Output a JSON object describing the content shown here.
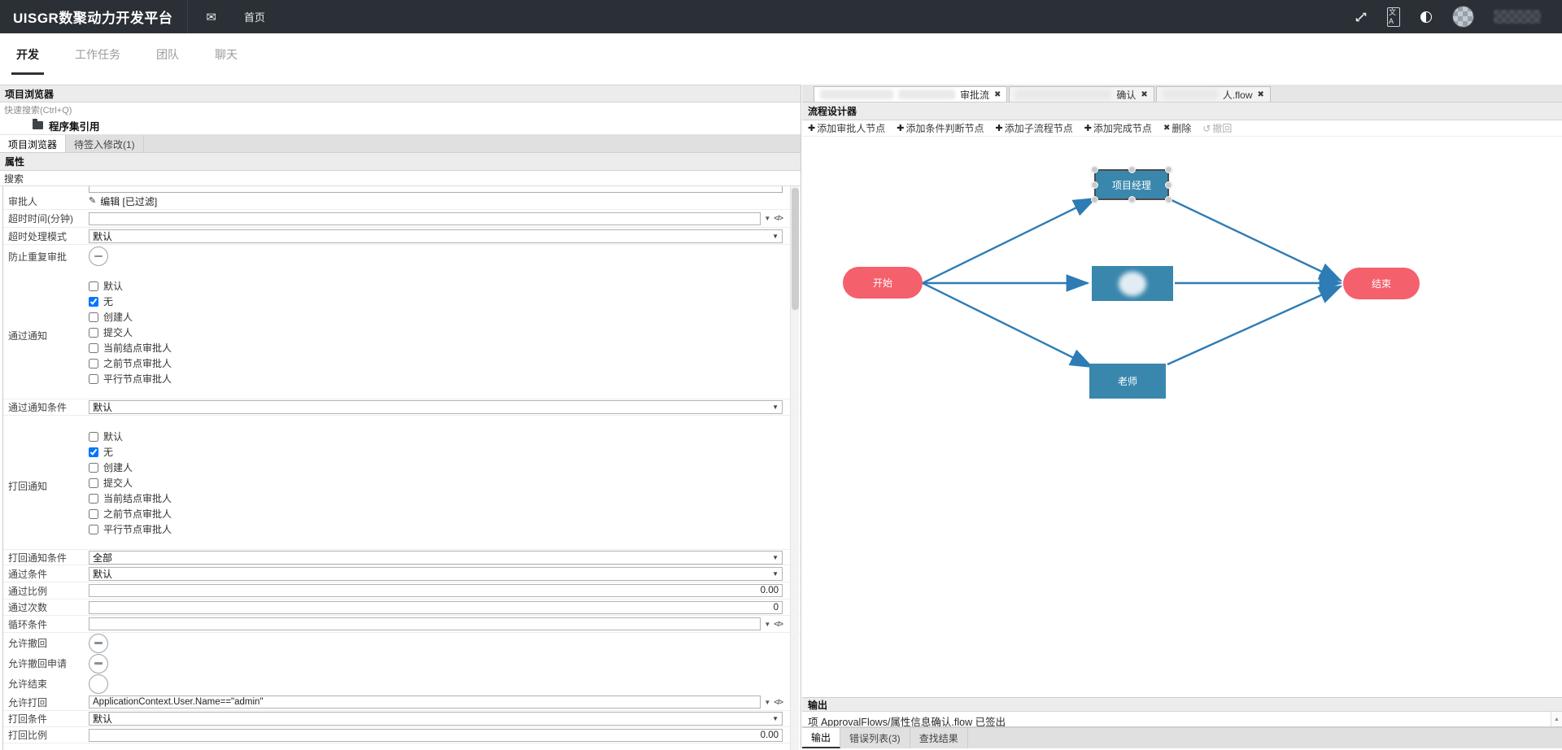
{
  "topbar": {
    "title": "UISGR数聚动力开发平台",
    "home_label": "首页"
  },
  "nav": {
    "items": [
      "开发",
      "工作任务",
      "团队",
      "聊天"
    ],
    "active": "开发"
  },
  "left": {
    "browser_title": "项目浏览器",
    "quick_search_placeholder": "快速搜索(Ctrl+Q)",
    "tree_item": "程序集引用",
    "tabs": [
      "项目浏览器",
      "待签入修改(1)"
    ],
    "properties_title": "属性",
    "search_label": "搜索",
    "notify_options": [
      "默认",
      "无",
      "创建人",
      "提交人",
      "当前结点审批人",
      "之前节点审批人",
      "平行节点审批人"
    ],
    "notify_checked": "无",
    "rows": {
      "approver_label": "审批人",
      "approver_value": "编辑 [已过滤]",
      "timeout_label": "超时时间(分钟)",
      "timeout_value": "",
      "timeout_mode_label": "超时处理模式",
      "timeout_mode_value": "默认",
      "prevent_repeat_label": "防止重复审批",
      "pass_notify_label": "通过通知",
      "pass_notify_cond_label": "通过通知条件",
      "pass_notify_cond_value": "默认",
      "return_notify_label": "打回通知",
      "return_notify_cond_label": "打回通知条件",
      "return_notify_cond_value": "全部",
      "pass_cond_label": "通过条件",
      "pass_cond_value": "默认",
      "pass_ratio_label": "通过比例",
      "pass_ratio_value": "0.00",
      "pass_count_label": "通过次数",
      "pass_count_value": "0",
      "loop_cond_label": "循环条件",
      "loop_cond_value": "",
      "allow_withdraw_label": "允许撤回",
      "allow_withdraw_request_label": "允许撤回申请",
      "allow_finish_label": "允许结束",
      "allow_return_label": "允许打回",
      "allow_return_value": "ApplicationContext.User.Name==\"admin\"",
      "return_cond_label": "打回条件",
      "return_cond_value": "默认",
      "return_ratio_label": "打回比例",
      "return_ratio_value": "0.00"
    }
  },
  "designer": {
    "title": "流程设计器",
    "tabs": [
      {
        "visible_suffix": "审批流",
        "redacted": true
      },
      {
        "visible_suffix": "确认",
        "redacted": true
      },
      {
        "visible_suffix": "人.flow",
        "redacted": true
      }
    ],
    "toolbar": [
      "添加审批人节点",
      "添加条件判断节点",
      "添加子流程节点",
      "添加完成节点",
      "删除",
      "撤回"
    ],
    "flow": {
      "nodes": [
        {
          "id": "start",
          "label": "开始",
          "type": "start"
        },
        {
          "id": "pm",
          "label": "项目经理",
          "type": "task",
          "selected": true
        },
        {
          "id": "mid",
          "label": "",
          "type": "task",
          "redacted": true
        },
        {
          "id": "teacher",
          "label": "老师",
          "type": "task"
        },
        {
          "id": "end",
          "label": "结束",
          "type": "end"
        }
      ],
      "edges": [
        [
          "start",
          "pm"
        ],
        [
          "start",
          "mid"
        ],
        [
          "start",
          "teacher"
        ],
        [
          "pm",
          "end"
        ],
        [
          "mid",
          "end"
        ],
        [
          "teacher",
          "end"
        ]
      ]
    }
  },
  "output": {
    "title": "输出",
    "log_line": "项 ApprovalFlows/属性信息确认.flow 已签出",
    "tabs": [
      "输出",
      "错误列表(3)",
      "查找结果"
    ],
    "active_tab": "输出"
  },
  "colors": {
    "node_blue": "#3a87ad",
    "node_pink": "#f4606c",
    "edge_blue": "#2d7cb5",
    "topbar": "#2b3036"
  }
}
